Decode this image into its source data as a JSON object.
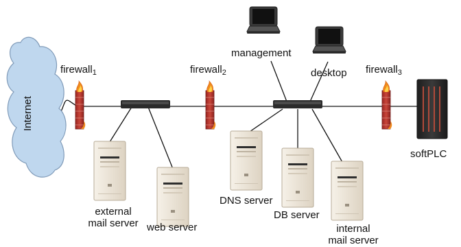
{
  "cloud": {
    "label": "Internet"
  },
  "firewalls": [
    {
      "base": "firewall",
      "sub": "1"
    },
    {
      "base": "firewall",
      "sub": "2"
    },
    {
      "base": "firewall",
      "sub": "3"
    }
  ],
  "hosts": {
    "management": "management",
    "desktop": "desktop",
    "softplc": "softPLC",
    "dns_server": "DNS server",
    "db_server": "DB server",
    "web_server": "web server",
    "external_mail_line1": "external",
    "external_mail_line2": "mail server",
    "internal_mail_line1": "internal",
    "internal_mail_line2": "mail server"
  },
  "colors": {
    "cloud_fill": "#bfd7ee",
    "cloud_stroke": "#7f9ab8",
    "firewall_brick": "#b3322c",
    "flame": "#f08a1c",
    "switch": "#2b2b2b",
    "server_body": "#efe7da",
    "plc": "#2a2a2a",
    "laptop": "#333333"
  }
}
